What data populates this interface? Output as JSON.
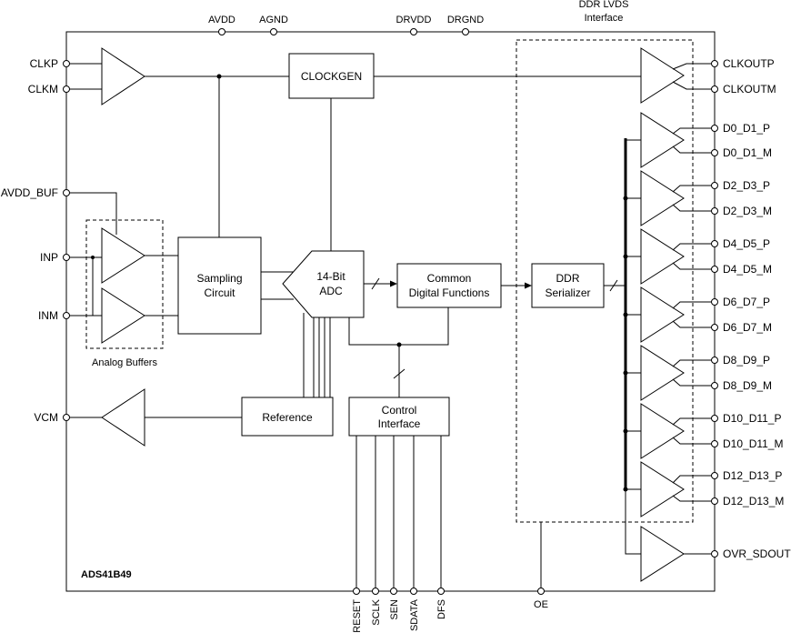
{
  "part_name": "ADS41B49",
  "top_pins": [
    "AVDD",
    "AGND",
    "DRVDD",
    "DRGND"
  ],
  "left_pins": [
    "CLKP",
    "CLKM",
    "AVDD_BUF",
    "INP",
    "INM",
    "VCM"
  ],
  "right_pins": [
    "CLKOUTP",
    "CLKOUTM",
    "D0_D1_P",
    "D0_D1_M",
    "D2_D3_P",
    "D2_D3_M",
    "D4_D5_P",
    "D4_D5_M",
    "D6_D7_P",
    "D6_D7_M",
    "D8_D9_P",
    "D8_D9_M",
    "D10_D11_P",
    "D10_D11_M",
    "D12_D13_P",
    "D12_D13_M",
    "OVR_SDOUT"
  ],
  "bottom_pins": [
    "RESET",
    "SCLK",
    "SEN",
    "SDATA",
    "DFS",
    "OE"
  ],
  "blocks": {
    "clockgen": "CLOCKGEN",
    "sampling_line1": "Sampling",
    "sampling_line2": "Circuit",
    "adc_line1": "14-Bit",
    "adc_line2": "ADC",
    "common_line1": "Common",
    "common_line2": "Digital Functions",
    "ddr_line1": "DDR",
    "ddr_line2": "Serializer",
    "reference": "Reference",
    "control_line1": "Control",
    "control_line2": "Interface"
  },
  "group_labels": {
    "analog_buffers": "Analog Buffers",
    "ddr_lvds_line1": "DDR LVDS",
    "ddr_lvds_line2": "Interface"
  }
}
